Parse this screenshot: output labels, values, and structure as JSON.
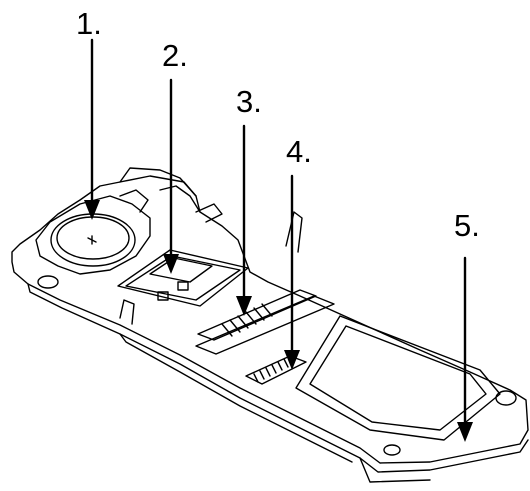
{
  "figure": {
    "callouts": [
      {
        "label": "1.",
        "part": "coin-cell-battery"
      },
      {
        "label": "2.",
        "part": "connector-pads"
      },
      {
        "label": "3.",
        "part": "flex-connector-strip"
      },
      {
        "label": "4.",
        "part": "contact-pins"
      },
      {
        "label": "5.",
        "part": "chassis-frame"
      }
    ],
    "colors": {
      "ink": "#000000",
      "fill": "#ffffff"
    }
  }
}
